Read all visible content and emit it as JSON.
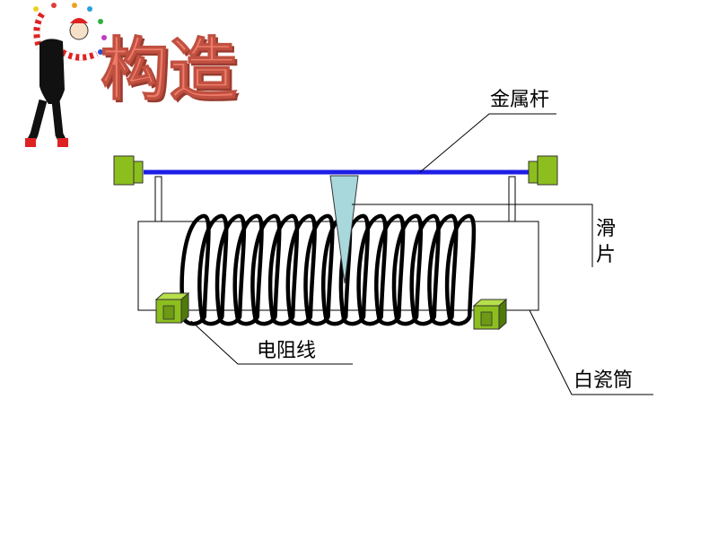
{
  "slide": {
    "title": "构造"
  },
  "labels": {
    "rod": "金属杆",
    "slider_line1": "滑",
    "slider_line2": "片",
    "wire": "电阻线",
    "tube": "白瓷筒"
  },
  "colors": {
    "rod": "#1e1ee6",
    "terminal": "#8cbf1e",
    "terminal_dark": "#4f7a0a",
    "slider": "#a8d8dc",
    "title": "#ee7b6a",
    "title_shadow": "#9a3c30"
  },
  "icons": {
    "mascot": "juggling-clown-figure"
  }
}
